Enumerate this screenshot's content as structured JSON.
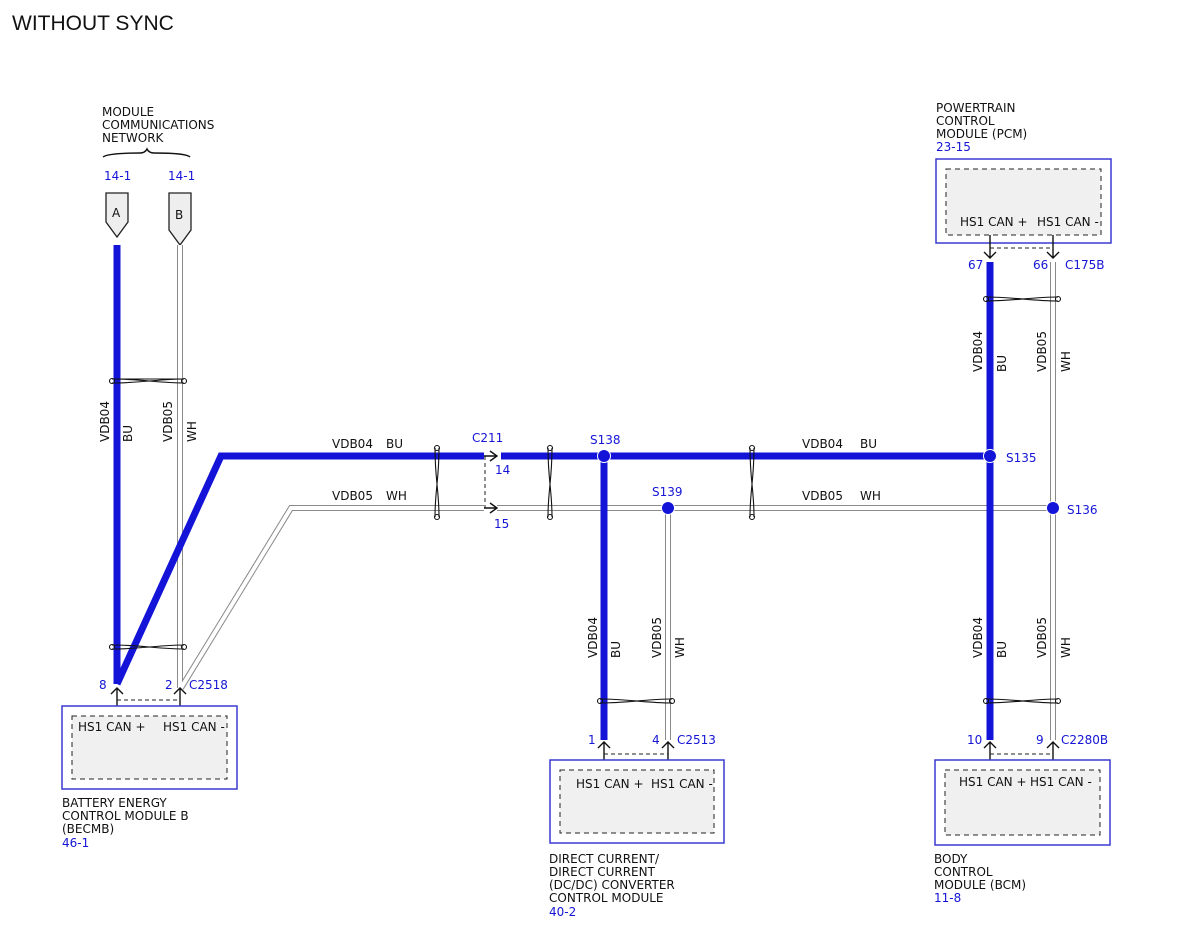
{
  "title": "WITHOUT SYNC",
  "network": {
    "label_lines": [
      "MODULE",
      "COMMUNICATIONS",
      "NETWORK"
    ],
    "ref_a": "14-1",
    "ref_b": "14-1",
    "flag_a": "A",
    "flag_b": "B"
  },
  "wires": {
    "bu_circuit": "VDB04",
    "bu_color": "BU",
    "wh_circuit": "VDB05",
    "wh_color": "WH"
  },
  "connectors": {
    "c211": "C211",
    "c211_pin_bu": "14",
    "c211_pin_wh": "15",
    "c2518": "C2518",
    "c2513": "C2513",
    "c175b": "C175B",
    "c2280b": "C2280B"
  },
  "splices": {
    "s138": "S138",
    "s139": "S139",
    "s135": "S135",
    "s136": "S136"
  },
  "modules": {
    "pcm": {
      "label_lines": [
        "POWERTRAIN",
        "CONTROL",
        "MODULE (PCM)"
      ],
      "ref": "23-15",
      "pin_left_label": "HS1 CAN +",
      "pin_right_label": "HS1 CAN -",
      "pin_left_num": "67",
      "pin_right_num": "66"
    },
    "becmb": {
      "label_lines": [
        "BATTERY ENERGY",
        "CONTROL MODULE B",
        "(BECMB)"
      ],
      "ref": "46-1",
      "pin_left_label": "HS1 CAN +",
      "pin_right_label": "HS1 CAN -",
      "pin_left_num": "8",
      "pin_right_num": "2"
    },
    "dcdc": {
      "label_lines": [
        "DIRECT CURRENT/",
        "DIRECT CURRENT",
        "(DC/DC) CONVERTER",
        "CONTROL MODULE"
      ],
      "ref": "40-2",
      "pin_left_label": "HS1 CAN +",
      "pin_right_label": "HS1 CAN -",
      "pin_left_num": "1",
      "pin_right_num": "4"
    },
    "bcm": {
      "label_lines": [
        "BODY",
        "CONTROL",
        "MODULE (BCM)"
      ],
      "ref": "11-8",
      "pin_left_label": "HS1 CAN +",
      "pin_right_label": "HS1 CAN -",
      "pin_left_num": "10",
      "pin_right_num": "9"
    }
  },
  "colors": {
    "can_high_wire": "#1414d8",
    "can_low_wire": "#ffffff",
    "reference_text": "#1515d6"
  }
}
